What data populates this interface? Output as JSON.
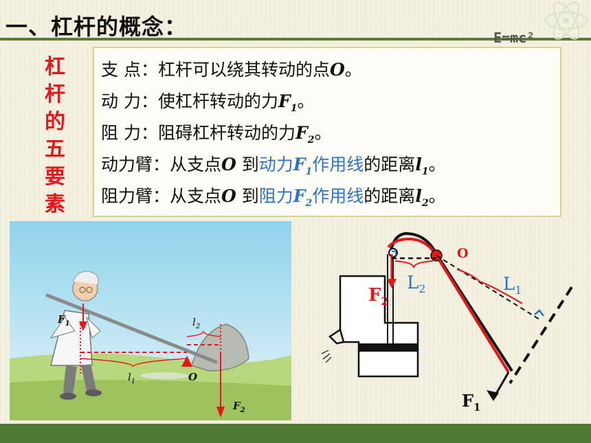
{
  "title": "一、杠杆的概念：",
  "logo_text": "E=mc²",
  "side_title_chars": [
    "杠",
    "杆",
    "的",
    "五",
    "要",
    "素"
  ],
  "definitions": {
    "d1": {
      "term": "支  点：",
      "text": "杠杆可以绕其转动的点",
      "sym": "O",
      "end": "。"
    },
    "d2": {
      "term": "动  力：",
      "text": "使杠杆转动的力",
      "sym": "F",
      "sub": "1",
      "end": "。"
    },
    "d3": {
      "term": "阻  力：",
      "text": "阻碍杠杆转动的力",
      "sym": "F",
      "sub": "2",
      "end": "。"
    },
    "d4": {
      "term": "动力臂：",
      "text": "从支点",
      "sym": "O",
      "to": " 到",
      "blue1": "动力",
      "bsym": "F",
      "bsub": "1",
      "blue2": "作用线",
      "rest": "的距离",
      "lsym": "l",
      "lsub": "1",
      "end": "。"
    },
    "d5": {
      "term": "阻力臂：",
      "text": "从支点",
      "sym": "O",
      "to": " 到",
      "blue1": "阻力",
      "bsym": "F",
      "bsub": "2",
      "blue2": "作用线",
      "rest": "的距离",
      "lsym": "l",
      "lsub": "2",
      "end": "。"
    }
  },
  "photo_labels": {
    "F": "F",
    "F1_sub": "1",
    "F2_sub": "2",
    "l": "l",
    "l1_sub": "1",
    "l2_sub": "2",
    "O": "O"
  },
  "pump_labels": {
    "O": "O",
    "F": "F",
    "L": "L",
    "F1_sub": "1",
    "F2_sub": "2",
    "L1_sub": "1",
    "L2_sub": "2"
  },
  "colors": {
    "accent_red": "#e8161b",
    "highlight_blue": "#2f73c4",
    "theme_green": "#4f7a34"
  }
}
